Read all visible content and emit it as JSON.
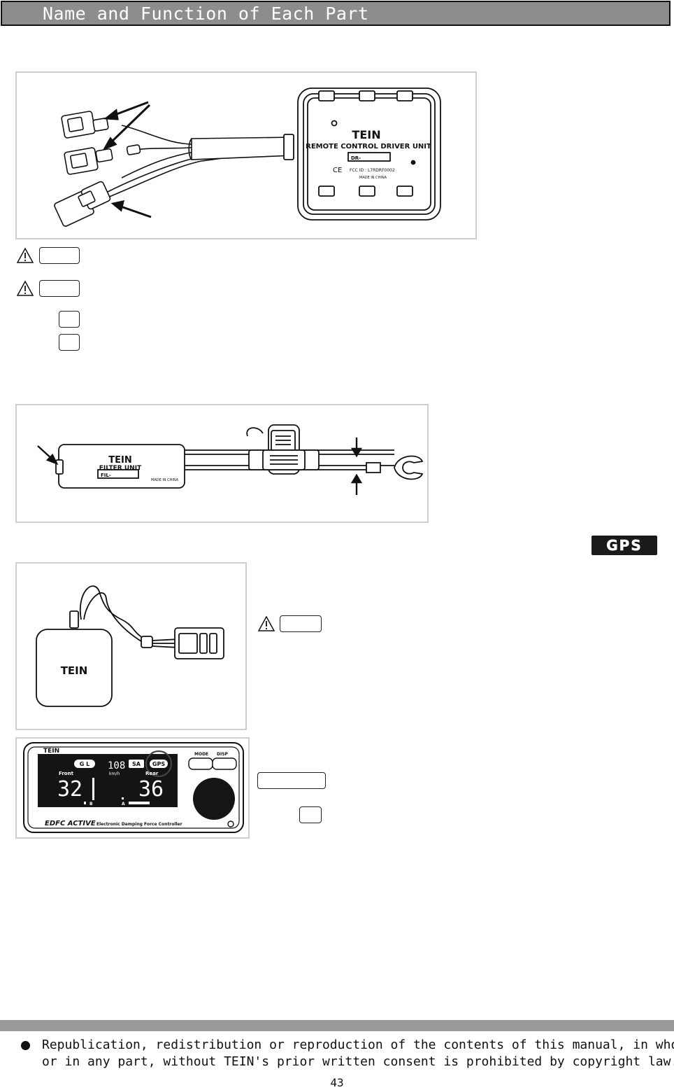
{
  "header": {
    "title": "Name and Function of Each Part"
  },
  "figures": {
    "driver_unit": {
      "brand": "TEIN",
      "label": "REMOTE CONTROL DRIVER UNIT",
      "serial_prefix": "DR-",
      "fcc": "FCC ID : L7RDRF0002",
      "made_in": "MADE IN CHINA",
      "ce_mark": "CE"
    },
    "filter_unit": {
      "brand": "TEIN",
      "label": "FILTER UNIT",
      "serial_prefix": "FIL-",
      "made_in": "MADE IN CHINA"
    },
    "gps_unit": {
      "brand": "TEIN"
    },
    "controller": {
      "brand": "TEIN",
      "mode_label": "MODE",
      "disp_label": "DISP",
      "gl_label": "G L",
      "speed_value": "108",
      "speed_unit": "km/h",
      "sa_label": "SA",
      "gps_label": "GPS",
      "front_label": "Front",
      "rear_label": "Rear",
      "front_value": "32",
      "rear_value": "36",
      "b_label": "B",
      "a_label": "A",
      "model_name": "EDFC ACTIVE",
      "model_desc": "Electronic Damping Force Controller"
    }
  },
  "gps_badge": "GPS",
  "footer": {
    "line1": "Republication, redistribution or reproduction of the contents of this manual, in whole",
    "line2": "or in any part, without TEIN's prior written consent is prohibited by copyright law."
  },
  "page_number": "43"
}
